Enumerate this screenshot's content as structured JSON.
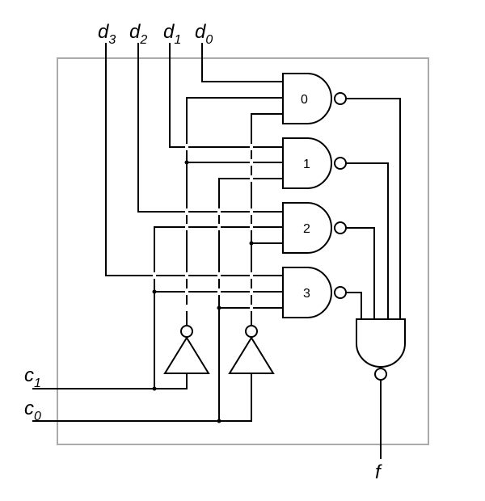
{
  "inputs": {
    "d3": {
      "base": "d",
      "sub": "3"
    },
    "d2": {
      "base": "d",
      "sub": "2"
    },
    "d1": {
      "base": "d",
      "sub": "1"
    },
    "d0": {
      "base": "d",
      "sub": "0"
    },
    "c1": {
      "base": "c",
      "sub": "1"
    },
    "c0": {
      "base": "c",
      "sub": "0"
    }
  },
  "output": {
    "label": "f"
  },
  "gates": [
    {
      "label": "0"
    },
    {
      "label": "1"
    },
    {
      "label": "2"
    },
    {
      "label": "3"
    }
  ]
}
